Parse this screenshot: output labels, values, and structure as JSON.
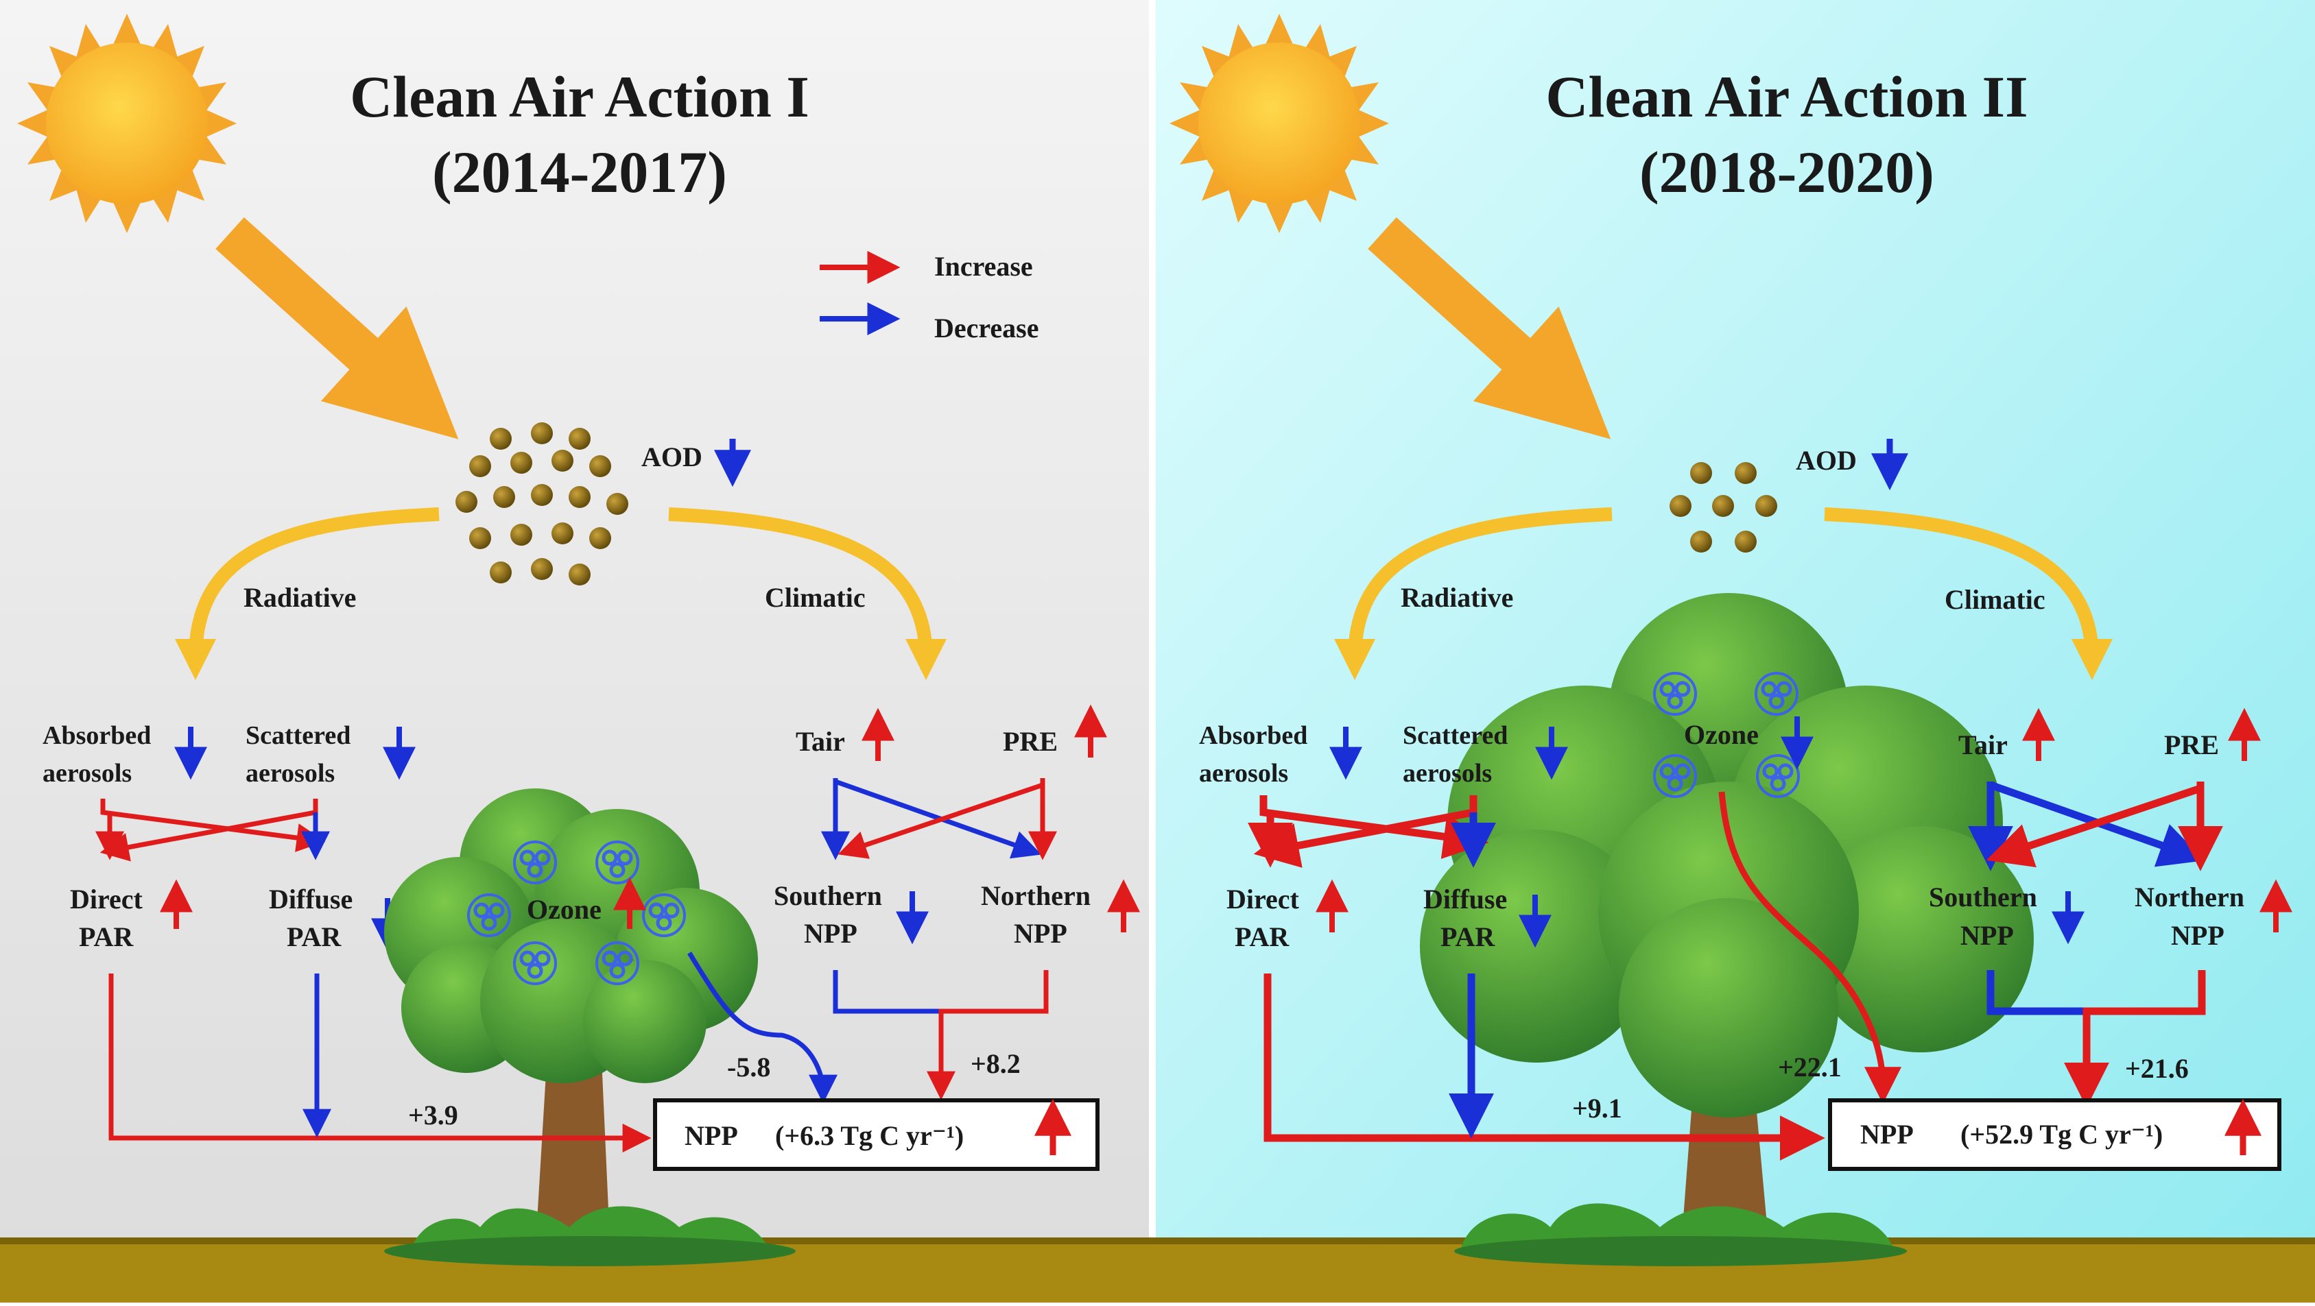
{
  "colors": {
    "increase": "#e01b1b",
    "decrease": "#1a2fd6",
    "sun": "#f7b731",
    "sun_ray": "#f4a62a",
    "path_arrow": "#f5c02c",
    "aerosol": "#8a6d1a",
    "ozone": "#3c63e8",
    "ground": "#a88a12",
    "grass": "#3c9a2e",
    "trunk": "#8b5a2b",
    "panel1_bg": "#e6e6e6",
    "panel2_bg": "#aef1f4"
  },
  "legend": {
    "increase_label": "Increase",
    "decrease_label": "Decrease"
  },
  "panels": [
    {
      "title_line1": "Clean Air Action I",
      "title_line2": "(2014-2017)",
      "aod": "AOD",
      "radiative": "Radiative",
      "climatic": "Climatic",
      "absorbed_1": "Absorbed",
      "absorbed_2": "aerosols",
      "scattered_1": "Scattered",
      "scattered_2": "aerosols",
      "tair": "Tair",
      "pre": "PRE",
      "direct_1": "Direct",
      "direct_2": "PAR",
      "diffuse_1": "Diffuse",
      "diffuse_2": "PAR",
      "southern_1": "Southern",
      "southern_2": "NPP",
      "northern_1": "Northern",
      "northern_2": "NPP",
      "ozone": "Ozone",
      "val_radiative": "+3.9",
      "val_ozone": "-5.8",
      "val_climatic": "+8.2",
      "npp_label": "NPP",
      "npp_value": "(+6.3 Tg C yr⁻¹)"
    },
    {
      "title_line1": "Clean Air Action II",
      "title_line2": "(2018-2020)",
      "aod": "AOD",
      "radiative": "Radiative",
      "climatic": "Climatic",
      "absorbed_1": "Absorbed",
      "absorbed_2": "aerosols",
      "scattered_1": "Scattered",
      "scattered_2": "aerosols",
      "tair": "Tair",
      "pre": "PRE",
      "direct_1": "Direct",
      "direct_2": "PAR",
      "diffuse_1": "Diffuse",
      "diffuse_2": "PAR",
      "southern_1": "Southern",
      "southern_2": "NPP",
      "northern_1": "Northern",
      "northern_2": "NPP",
      "ozone": "Ozone",
      "val_radiative": "+9.1",
      "val_ozone": "+22.1",
      "val_climatic": "+21.6",
      "npp_label": "NPP",
      "npp_value": "(+52.9 Tg C yr⁻¹)"
    }
  ]
}
